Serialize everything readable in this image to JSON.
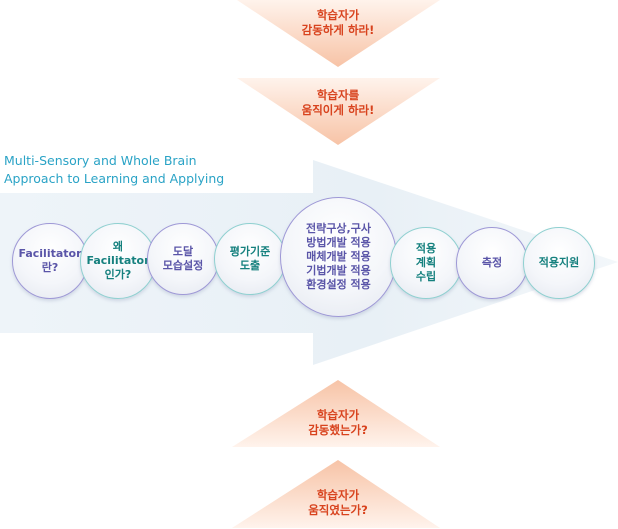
{
  "top_prompts": [
    {
      "line1": "학습자가",
      "line2": "감동하게 하라!"
    },
    {
      "line1": "학습자를",
      "line2": "움직이게 하라!"
    }
  ],
  "subtitle": {
    "line1": "Multi-Sensory and  Whole Brain",
    "line2": "Approach to Learning and Applying"
  },
  "steps": [
    {
      "label": "Facilitator\n란?",
      "color": "purple"
    },
    {
      "label": "왜\nFacilitator\n인가?",
      "color": "teal"
    },
    {
      "label": "도달\n모습설정",
      "color": "purple"
    },
    {
      "label": "평가기준\n도출",
      "color": "teal"
    },
    {
      "label": "전략구상,구사\n방법개발 적용\n매체개발 적용\n기법개발 적용\n환경설정 적용",
      "color": "purple"
    },
    {
      "label": "적용\n계획\n수립",
      "color": "teal"
    },
    {
      "label": "측정",
      "color": "purple"
    },
    {
      "label": "적용지원",
      "color": "teal"
    }
  ],
  "bottom_prompts": [
    {
      "line1": "학습자가",
      "line2": "감동했는가?"
    },
    {
      "line1": "학습자가",
      "line2": "움직였는가?"
    }
  ],
  "colors": {
    "prompt_text": "#d8431e",
    "prompt_fill": "#fbd9c6",
    "subtitle_text": "#2aa3c6",
    "arrow_fill": "#eaf2f8",
    "purple": "#5a55a8",
    "teal": "#15807e"
  }
}
